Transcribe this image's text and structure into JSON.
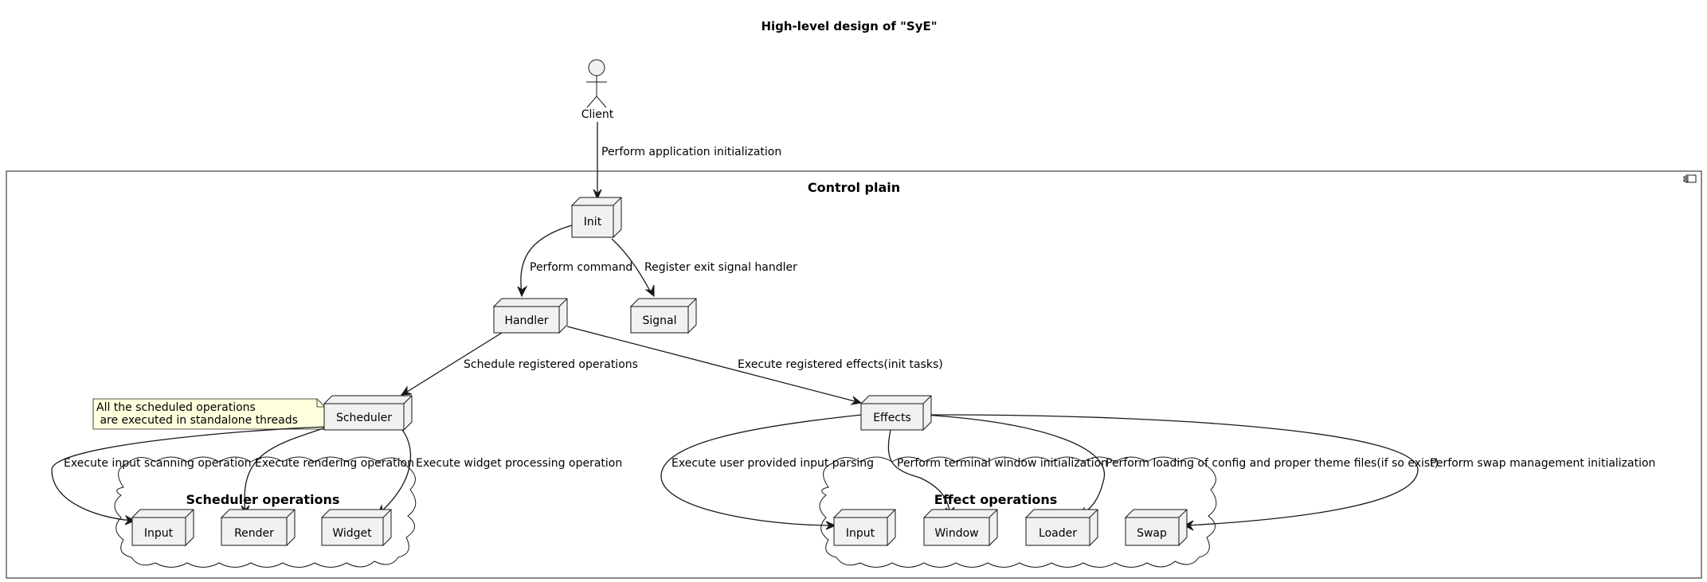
{
  "title": "High-level design of \"SyE\"",
  "actor": {
    "label": "Client"
  },
  "control_plain": {
    "label": "Control plain"
  },
  "nodes": {
    "init": "Init",
    "handler": "Handler",
    "signal": "Signal",
    "scheduler": "Scheduler",
    "effects": "Effects",
    "sched_input": "Input",
    "render": "Render",
    "widget": "Widget",
    "eff_input": "Input",
    "window": "Window",
    "loader": "Loader",
    "swap": "Swap"
  },
  "groups": {
    "scheduler_ops": "Scheduler operations",
    "effect_ops": "Effect operations"
  },
  "note": {
    "line1": "All the scheduled operations",
    "line2": " are executed in standalone threads"
  },
  "edges": {
    "client_init": "Perform application initialization",
    "init_handler": "Perform command",
    "init_signal": "Register exit signal handler",
    "handler_scheduler": "Schedule registered operations",
    "handler_effects": "Execute registered effects(init tasks)",
    "sched_input": "Execute input scanning operation",
    "sched_render": "Execute rendering operation",
    "sched_widget": "Execute widget processing operation",
    "eff_input": "Execute user provided input parsing",
    "eff_window": "Perform terminal window initialization",
    "eff_loader": "Perform loading of config and proper theme files(if so exist)",
    "eff_swap": "Perform swap management initialization"
  }
}
